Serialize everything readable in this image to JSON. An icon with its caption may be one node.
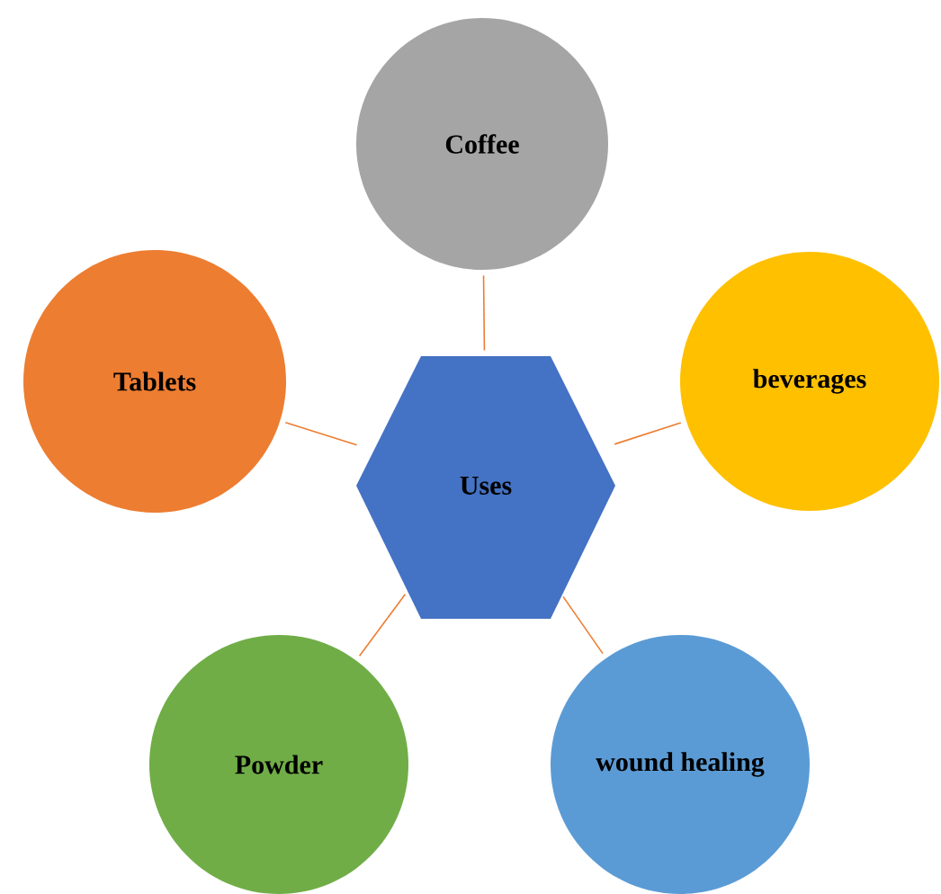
{
  "diagram": {
    "nodes": [
      {
        "text": [
          "Coffee"
        ]
      },
      {
        "text": [
          "Tablets"
        ]
      },
      {
        "text": [
          "beverages"
        ]
      },
      {
        "text": [
          "Uses"
        ]
      },
      {
        "text": [
          "Powder"
        ]
      },
      {
        "text": [
          "wound healing"
        ]
      }
    ],
    "edges": [
      {
        "from": 3,
        "to": 0,
        "arrow": "none"
      },
      {
        "from": 3,
        "to": 1,
        "arrow": "none"
      },
      {
        "from": 3,
        "to": 2,
        "arrow": "none"
      },
      {
        "from": 3,
        "to": 4,
        "arrow": "none"
      },
      {
        "from": 3,
        "to": 5,
        "arrow": "none"
      }
    ]
  }
}
